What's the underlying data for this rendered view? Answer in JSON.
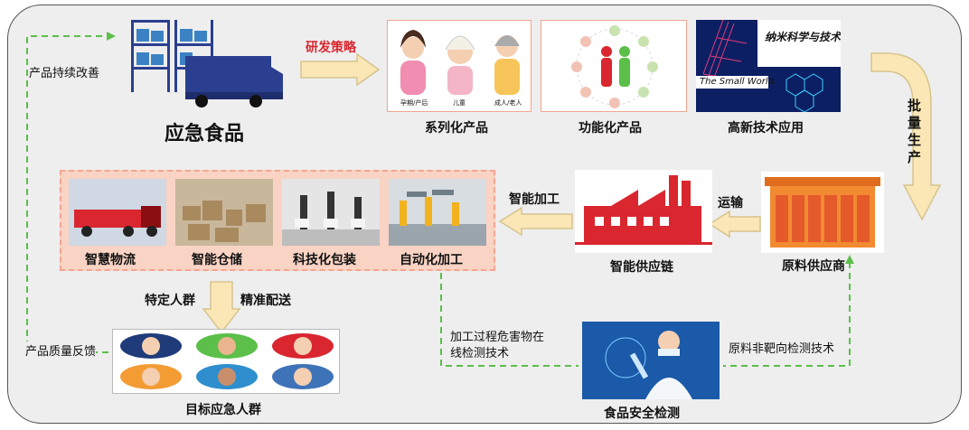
{
  "labels": {
    "product_improve": "产品持续改善",
    "emergency_food": "应急食品",
    "rd_strategy": "研发策略",
    "series_products": "系列化产品",
    "functional_products": "功能化产品",
    "high_tech": "高新技术应用",
    "batch_production": "批量生产",
    "raw_supplier": "原料供应商",
    "transport": "运输",
    "smart_supply_chain": "智能供应链",
    "smart_processing": "智能加工",
    "smart_logistics": "智慧物流",
    "smart_warehouse": "智能仓储",
    "tech_packaging": "科技化包装",
    "auto_processing": "自动化加工",
    "specific_groups": "特定人群",
    "precise_delivery": "精准配送",
    "target_groups": "目标应急人群",
    "quality_feedback": "产品质量反馈",
    "online_detection": "加工过程危害物在线检测技术",
    "nontarget_detection": "原料非靶向检测技术",
    "food_safety": "食品安全检测"
  },
  "series_panel": {
    "captions": [
      "孕期/产后",
      "儿童",
      "成人/老人"
    ]
  },
  "hightech_panel": {
    "title_cn": "纳米科学与技术",
    "title_en": "The Small World"
  },
  "colors": {
    "arrow_fill": "#fbe7b6",
    "arrow_stroke": "#d6c48e",
    "dash_green": "#5bbf4a",
    "red_accent": "#d9262f",
    "truck_blue": "#2a3f8f",
    "supplier_orange": "#f28a31",
    "tech_bg": "#0d1f63"
  }
}
